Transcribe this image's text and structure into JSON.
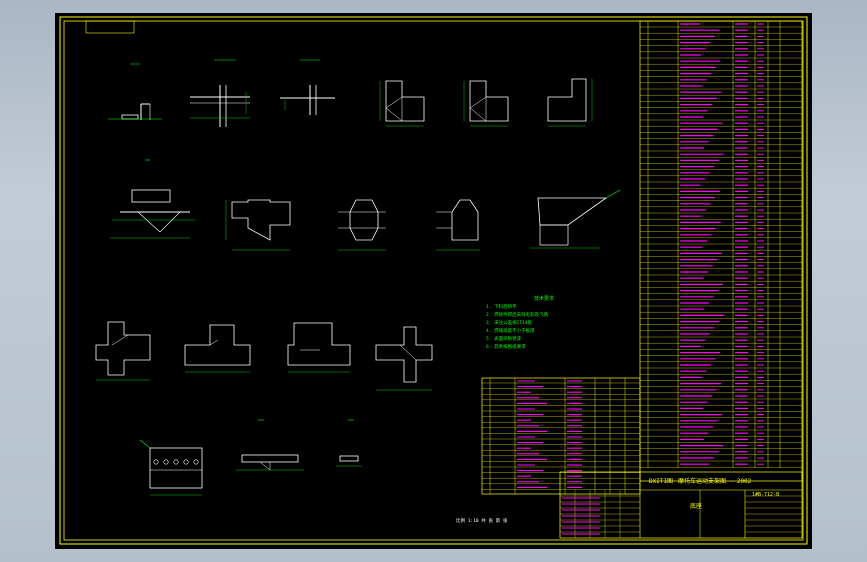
{
  "colors": {
    "background": "#000000",
    "frame": "#ffff00",
    "part": "#ffffff",
    "dimension": "#00ff00",
    "magenta": "#ff00ff",
    "cyan": "#00ffff",
    "viewport_bg": "#b4c0cc"
  },
  "drawing": {
    "title_code": "DXITI图",
    "title_main": "摩托车运动支架图 - 2002",
    "title_sub": "1#B-712-B",
    "part_name": "底座",
    "notes_heading": "技术要求",
    "notes_lines": [
      "1. 下料后矫平",
      "2. 焊接件焊后去除毛刺及飞溅",
      "3. 未注公差按IT14级",
      "4. 焊缝高度不小于板厚",
      "5. 表面涂防锈漆",
      "6. 其余按图纸要求"
    ],
    "bottom_note": "比例 1:10  共 张  第 张"
  }
}
